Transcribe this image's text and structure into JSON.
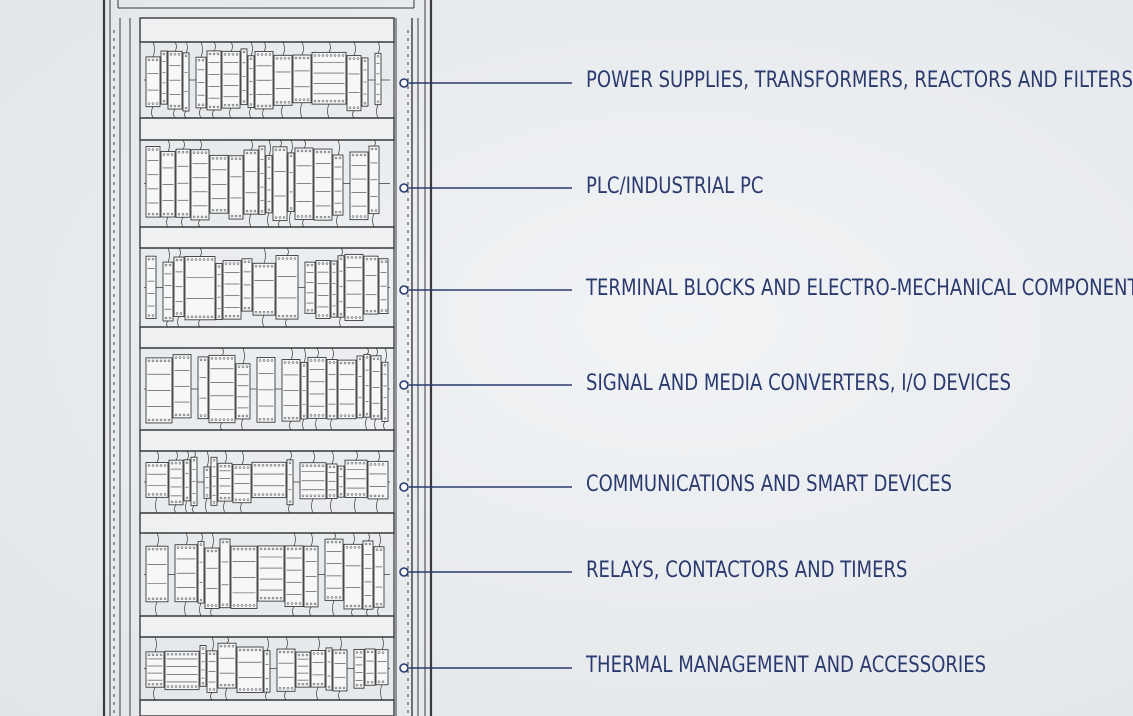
{
  "categories": [
    {
      "label": "POWER SUPPLIES, TRANSFORMERS, REACTORS AND FILTERS"
    },
    {
      "label": "PLC/INDUSTRIAL PC"
    },
    {
      "label": "TERMINAL BLOCKS AND ELECTRO-MECHANICAL COMPONENTS"
    },
    {
      "label": "SIGNAL AND MEDIA CONVERTERS, I/O DEVICES"
    },
    {
      "label": "COMMUNICATIONS AND SMART DEVICES"
    },
    {
      "label": "RELAYS, CONTACTORS AND TIMERS"
    },
    {
      "label": "THERMAL MANAGEMENT AND ACCESSORIES"
    }
  ],
  "colors": {
    "label": "#2b3a6e",
    "leader": "#2b3a6e",
    "cabinet_line": "#3a3a3a",
    "background": "#e9ecef"
  }
}
